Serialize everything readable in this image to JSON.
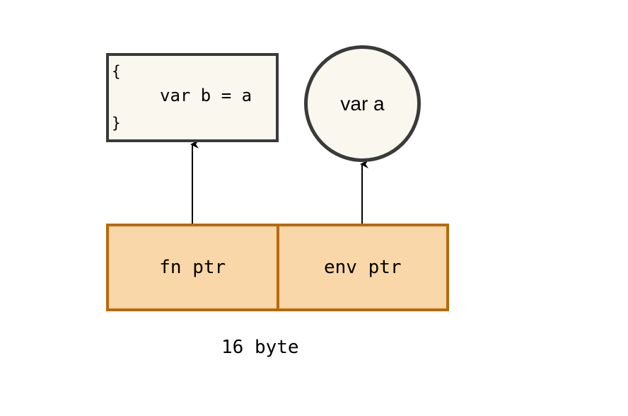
{
  "diagram": {
    "code_block": {
      "open_brace": "{",
      "code": "var b = a",
      "close_brace": "}"
    },
    "variable": {
      "label": "var a"
    },
    "closure": {
      "cells": [
        {
          "label": "fn ptr",
          "points_to": "code_block"
        },
        {
          "label": "env ptr",
          "points_to": "variable"
        }
      ],
      "size_label": "16 byte"
    },
    "colors": {
      "node_fill": "#f9f7ee",
      "node_border": "#3a3a3a",
      "struct_fill": "#f9d7a8",
      "struct_border": "#b8690d",
      "arrow": "#000000"
    }
  }
}
